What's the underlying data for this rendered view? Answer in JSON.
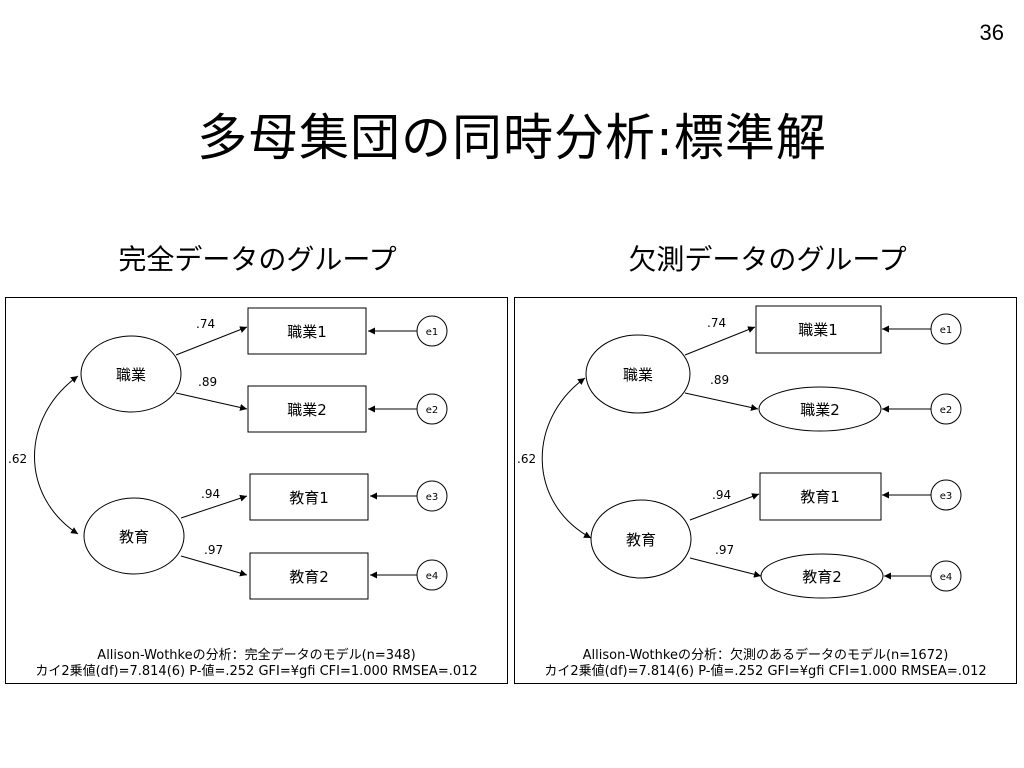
{
  "page_number": "36",
  "title": "多母集団の同時分析:標準解",
  "groups": [
    {
      "heading": "完全データのグループ",
      "latents": {
        "top": "職業",
        "bottom": "教育"
      },
      "indicators": [
        "職業1",
        "職業2",
        "教育1",
        "教育2"
      ],
      "errors": [
        "e1",
        "e2",
        "e3",
        "e4"
      ],
      "loadings": [
        ".74",
        ".89",
        ".94",
        ".97"
      ],
      "correlation": ".62",
      "caption_line1": "Allison-Wothkeの分析：完全データのモデル(n=348)",
      "caption_line2": "カイ2乗値(df)=7.814(6) P-値=.252 GFI=¥gfi CFI=1.000 RMSEA=.012"
    },
    {
      "heading": "欠測データのグループ",
      "latents": {
        "top": "職業",
        "bottom": "教育"
      },
      "indicators": [
        "職業1",
        "職業2",
        "教育1",
        "教育2"
      ],
      "errors": [
        "e1",
        "e2",
        "e3",
        "e4"
      ],
      "loadings": [
        ".74",
        ".89",
        ".94",
        ".97"
      ],
      "correlation": ".62",
      "caption_line1": "Allison-Wothkeの分析：欠測のあるデータのモデル(n=1672)",
      "caption_line2": "カイ2乗値(df)=7.814(6) P-値=.252 GFI=¥gfi CFI=1.000 RMSEA=.012"
    }
  ]
}
